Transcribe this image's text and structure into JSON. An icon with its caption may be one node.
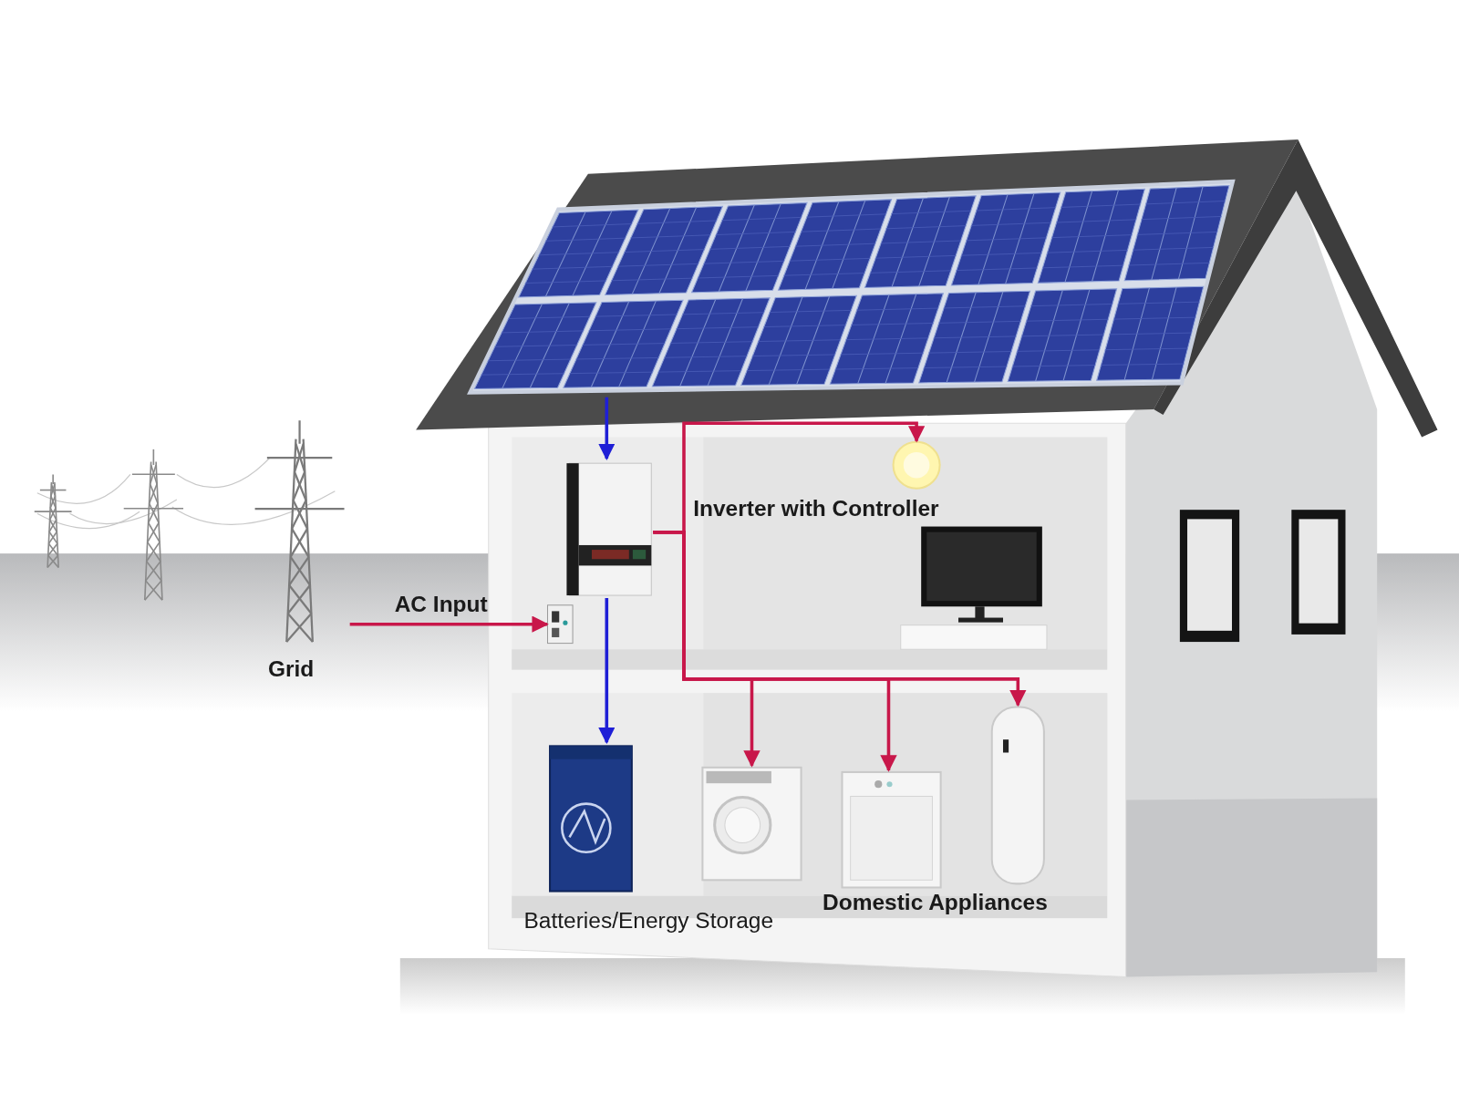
{
  "diagram": {
    "nodes": [
      {
        "text": [],
        "shape": "picture"
      },
      {
        "text": [
          "Inverter with Controller"
        ]
      },
      {
        "text": [
          "Grid"
        ]
      },
      {
        "text": [],
        "shape": "box"
      },
      {
        "text": [
          "Batteries/Energy Storage"
        ]
      },
      {
        "text": [],
        "shape": "picture"
      },
      {
        "text": [],
        "shape": "picture"
      },
      {
        "text": [],
        "shape": "picture"
      },
      {
        "text": [],
        "shape": "picture"
      }
    ],
    "edges": [
      {
        "from": 0,
        "to": 1,
        "arrow": "to",
        "color": "#1f1fd6"
      },
      {
        "from": 1,
        "to": 4,
        "arrow": "to",
        "color": "#1f1fd6"
      },
      {
        "from": 2,
        "to": 3,
        "arrow": "to",
        "label": "AC Input"
      },
      {
        "from": 1,
        "to": 5,
        "arrow": "to"
      },
      {
        "from": 1,
        "to": 6,
        "arrow": "to"
      },
      {
        "from": 1,
        "to": 7,
        "arrow": "to"
      },
      {
        "from": 1,
        "to": 8,
        "arrow": "to"
      }
    ],
    "labels": [
      "Domestic Appliances"
    ]
  }
}
